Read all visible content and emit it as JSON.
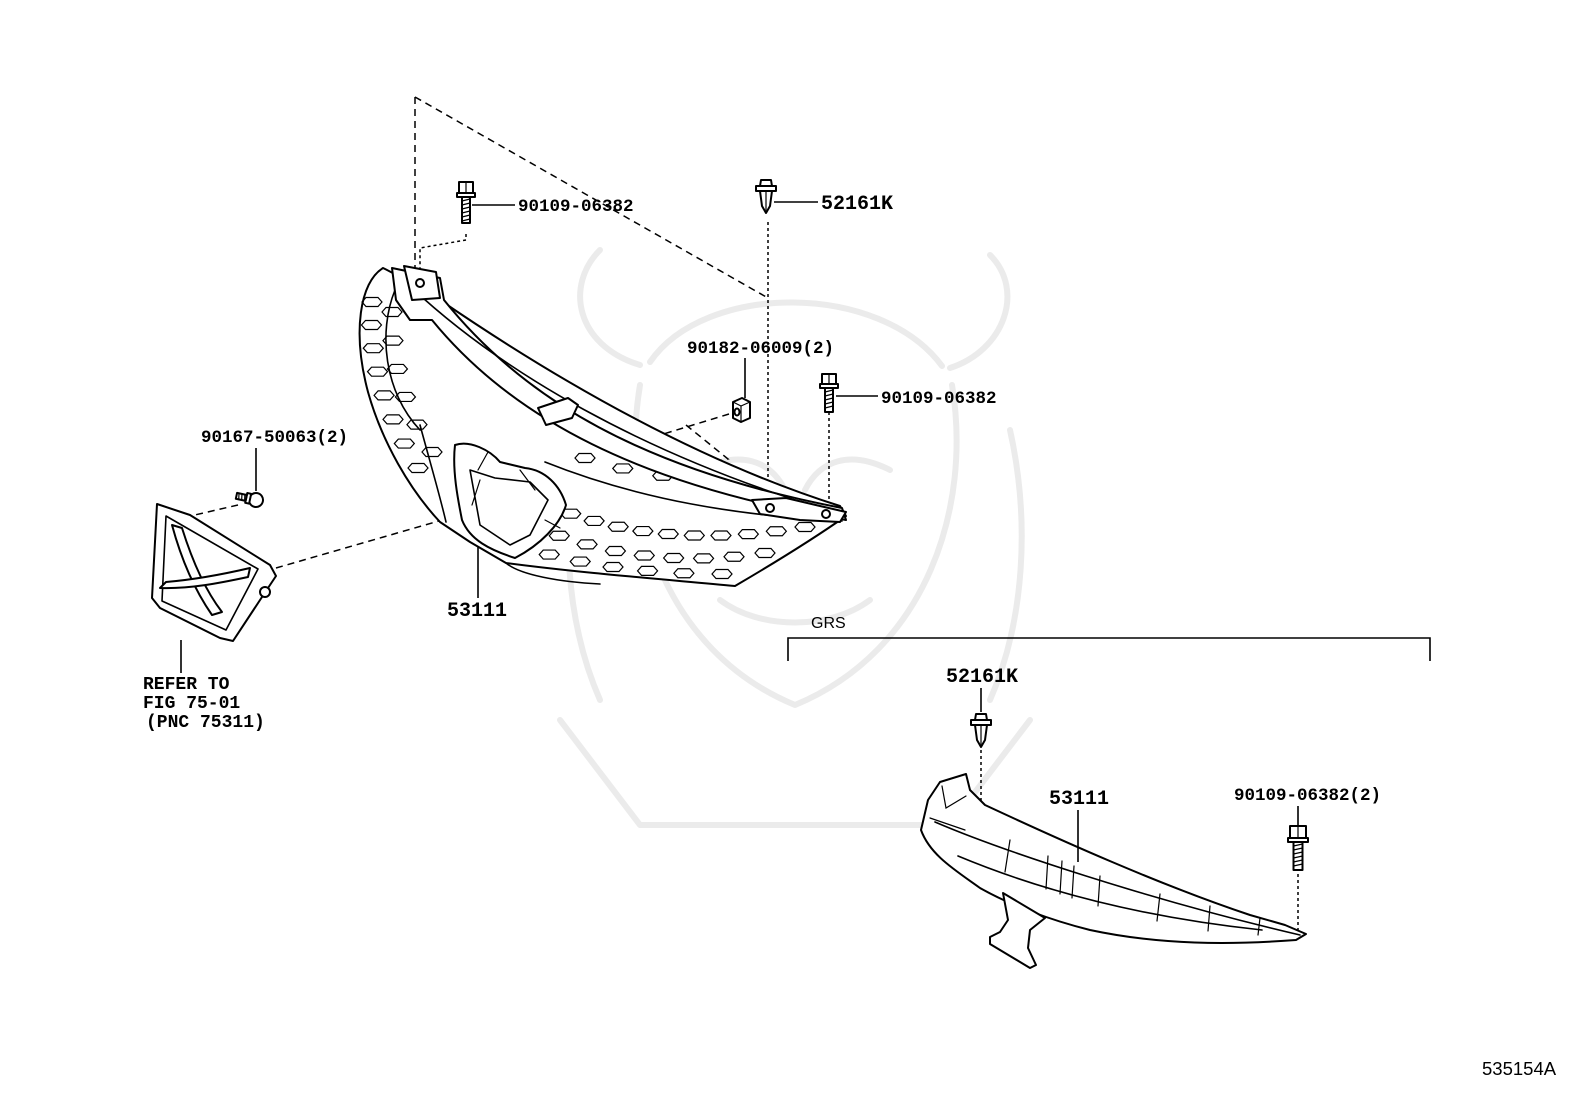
{
  "diagram": {
    "callouts": {
      "upper_bolt": "90109-06382",
      "upper_clip": "52161K",
      "nut": "90182-06009(2)",
      "right_bolt": "90109-06382",
      "emblem_bolt": "90167-50063(2)",
      "grille": "53111",
      "reference": [
        "REFER TO",
        "FIG 75-01",
        "(PNC 75311)"
      ]
    },
    "grs_group": {
      "label": "GRS",
      "clip": "52161K",
      "support": "53111",
      "bolt": "90109-06382(2)"
    },
    "illustration_id": "535154A"
  },
  "colors": {
    "line": "#000000",
    "background": "#ffffff",
    "watermark": "#ebebeb"
  }
}
